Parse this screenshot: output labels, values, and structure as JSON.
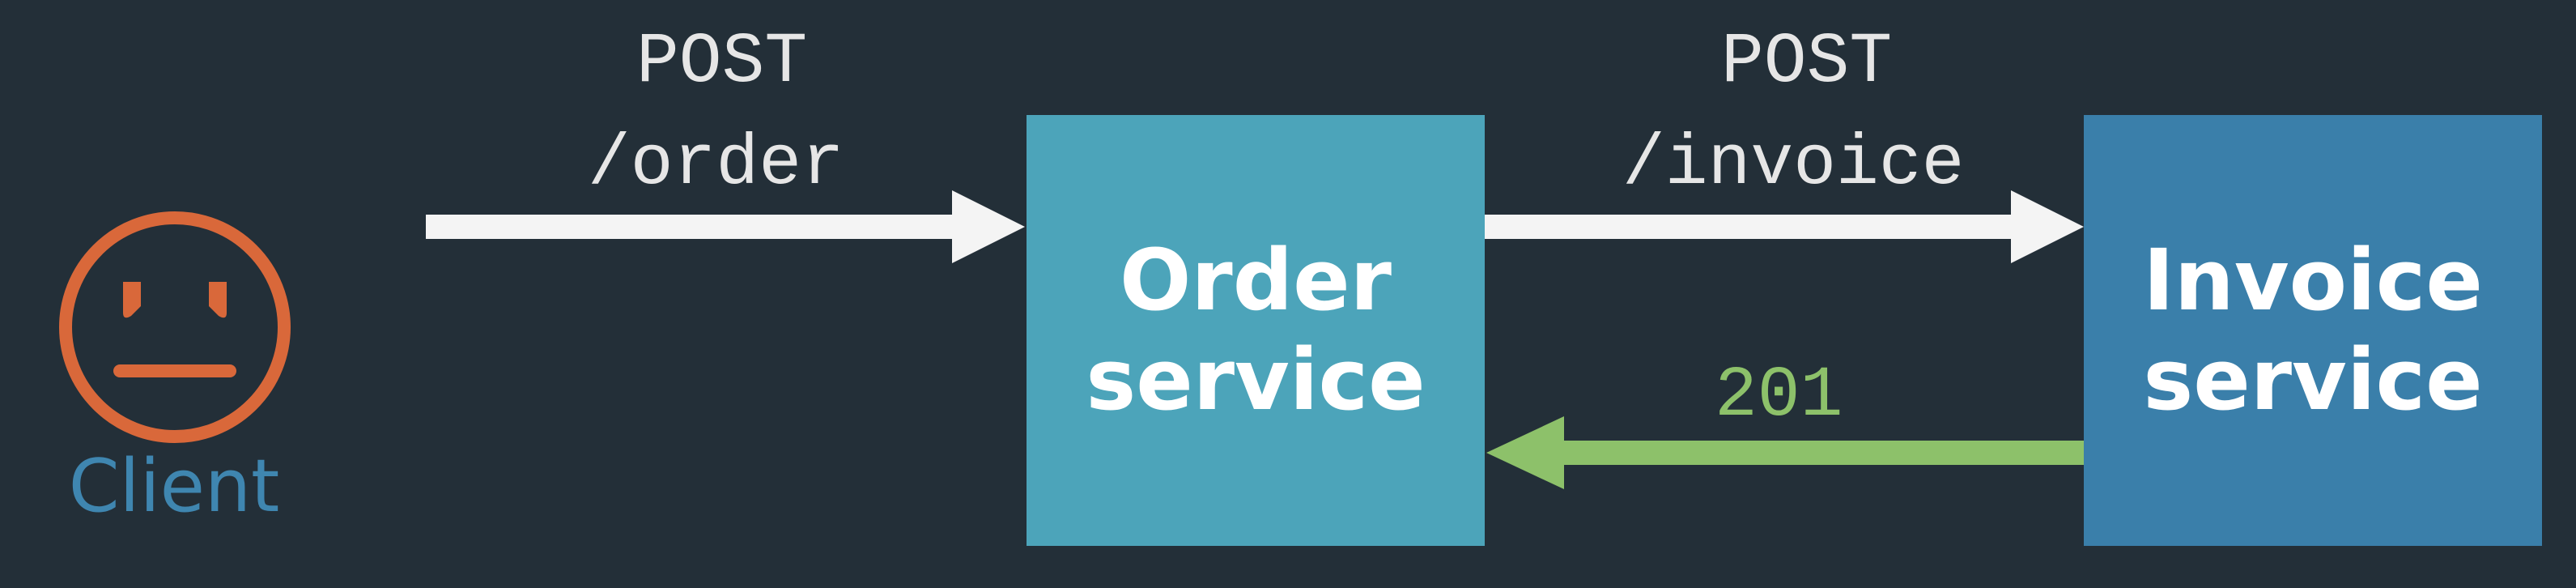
{
  "diagram": {
    "client": {
      "label": "Client",
      "icon": "neutral-face-icon",
      "color": "#D9683A"
    },
    "order_service": {
      "line1": "Order",
      "line2": "service",
      "color": "#4CA4BA"
    },
    "invoice_service": {
      "line1": "Invoice",
      "line2": "service",
      "color": "#3A7FAA"
    },
    "request_to_order": {
      "method": "POST",
      "path": "/order"
    },
    "request_to_invoice": {
      "method": "POST",
      "path": "/invoice"
    },
    "response_from_invoice": {
      "status": "201",
      "color": "#8DC16A"
    }
  }
}
